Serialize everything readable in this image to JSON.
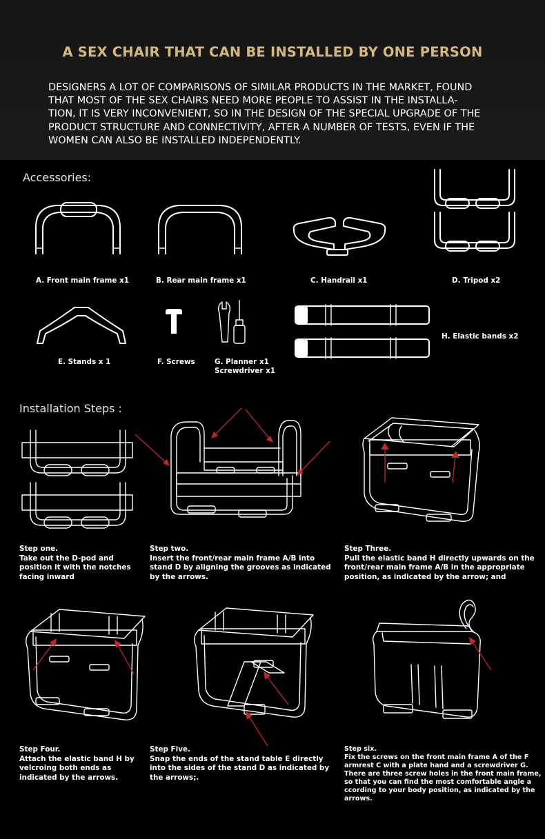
{
  "header": {
    "title": "A SEX CHAIR THAT CAN BE INSTALLED BY ONE PERSON",
    "intro_lines": [
      "DESIGNERS A LOT OF COMPARISONS OF SIMILAR PRODUCTS IN THE MARKET, FOUND",
      "THAT MOST OF THE SEX CHAIRS NEED MORE PEOPLE TO ASSIST IN THE INSTALLA-",
      "TION, IT IS VERY INCONVENIENT, SO IN THE DESIGN OF THE SPECIAL UPGRADE OF THE",
      "PRODUCT STRUCTURE AND CONNECTIVITY, AFTER A NUMBER OF TESTS, EVEN IF THE",
      "WOMEN CAN ALSO BE INSTALLED INDEPENDENTLY."
    ]
  },
  "accessories": {
    "heading": "Accessories:",
    "items": [
      {
        "label": "A. Front main frame x1",
        "icon": "front-main-frame-icon"
      },
      {
        "label": "B. Rear main frame x1",
        "icon": "rear-main-frame-icon"
      },
      {
        "label": "C. Handrail x1",
        "icon": "handrail-icon"
      },
      {
        "label": "D. Tripod x2",
        "icon": "tripod-icon"
      },
      {
        "label": "E. Stands x 1",
        "icon": "stand-icon"
      },
      {
        "label": "F. Screws",
        "icon": "screw-icon"
      },
      {
        "label_lines": [
          "G. Planner x1",
          "Screwdriver x1"
        ],
        "icon": "wrench-screwdriver-icon"
      },
      {
        "label": "H. Elastic bands x2",
        "icon": "elastic-band-icon"
      }
    ]
  },
  "installation": {
    "heading": "Installation Steps :",
    "steps": [
      {
        "lines": [
          "Step one.",
          "Take out the D-pod and",
          "position it with the notches",
          "facing inward"
        ]
      },
      {
        "lines": [
          "Step two.",
          "Insert the front/rear main frame A/B into",
          "stand D by aligning the grooves as indicated",
          "by the arrows."
        ]
      },
      {
        "lines": [
          "Step Three.",
          "Pull the elastic band H directly upwards on the",
          "front/rear main frame A/B in the appropriate",
          "position, as indicated by the arrow; and"
        ]
      },
      {
        "lines": [
          "Step Four.",
          "Attach the elastic band H by",
          " velcroing both ends as",
          "indicated by the arrows."
        ]
      },
      {
        "lines": [
          "Step Five.",
          "Snap the ends of the stand table E directly",
          "into the sides of the stand D as indicated by",
          "the arrows;."
        ]
      },
      {
        "lines": [
          "Step six.",
          "Fix the screws on the front main frame A of the F",
          "armrest C with a plate hand and a screwdriver G.",
          "There are three screw holes in the front main frame,",
          "so that you can find the most comfortable angle a",
          "ccording to your body position, as indicated by the",
          "arrows."
        ]
      }
    ]
  },
  "colors": {
    "title_gold": "#d5b979",
    "arrow_red": "#c3262b",
    "background": "#000000",
    "header_bg": "#181818"
  }
}
